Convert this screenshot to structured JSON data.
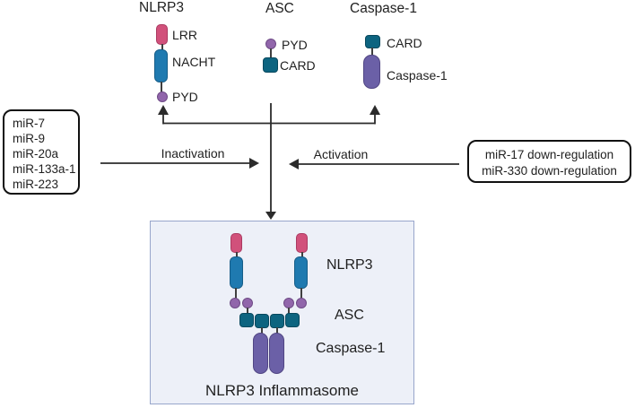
{
  "diagram": {
    "top": {
      "nlrp3": {
        "title": "NLRP3",
        "lrr": "LRR",
        "nacht": "NACHT",
        "pyd": "PYD"
      },
      "asc": {
        "title": "ASC",
        "pyd": "PYD",
        "card": "CARD"
      },
      "caspase1": {
        "title": "Caspase-1",
        "card": "CARD",
        "body": "Caspase-1"
      }
    },
    "left_box": {
      "items": [
        "miR-7",
        "miR-9",
        "miR-20a",
        "miR-133a-1",
        "miR-223"
      ]
    },
    "right_box": {
      "items": [
        "miR-17 down-regulation",
        "miR-330 down-regulation"
      ]
    },
    "arrows": {
      "inactivation": "Inactivation",
      "activation": "Activation"
    },
    "complex_box": {
      "nlrp3_label": "NLRP3",
      "asc_label": "ASC",
      "caspase1_label": "Caspase-1",
      "caption": "NLRP3 Inflammasome"
    }
  },
  "colors": {
    "lrr_pink": "#d1517b",
    "lrr_pink_border": "#ab3a61",
    "nacht_blue": "#1f7ab0",
    "nacht_blue_border": "#175e89",
    "pyd_purple": "#9166ab",
    "pyd_purple_border": "#6f4b87",
    "card_teal": "#0d6480",
    "card_teal_border": "#07485e",
    "caspase_purple": "#6b60a7",
    "caspase_purple_border": "#514684",
    "line_color": "#2b2b2b",
    "text_color": "#1f1f1f",
    "complex_box_fill": "#edf0f8",
    "complex_box_border": "#98a6cb",
    "mirna_box_border": "#111111"
  }
}
